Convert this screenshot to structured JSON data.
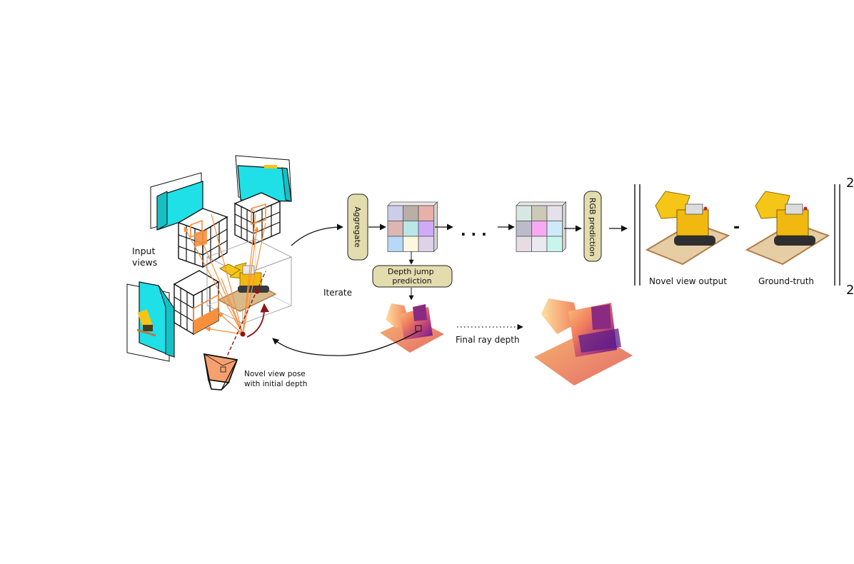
{
  "labels": {
    "input_views": [
      "Input",
      "views"
    ],
    "iterate": "Iterate",
    "novel_view_pose": [
      "Novel view pose",
      "with initial depth"
    ],
    "aggregate": "Aggregate",
    "depth_jump": [
      "Depth jump",
      "prediction"
    ],
    "ellipsis": ". . .",
    "rgb_prediction": "RGB prediction",
    "final_ray_depth": "Final ray depth",
    "novel_view_output": "Novel view output",
    "ground_truth": "Ground-truth",
    "minus": "-",
    "exponent": "2",
    "subscript": "2"
  },
  "colors": {
    "plane_cyan": "#1ee0e6",
    "orange": "#f7903c",
    "box_fill": "#e3dcae",
    "dark_red": "#8b1515",
    "grid_a": [
      "#cbcde9",
      "#b9afa8",
      "#e7b1a9",
      "#dbb6b2",
      "#b9e6e6",
      "#cfaaf6",
      "#b7d8f6",
      "#fdf7e0",
      "#ded2ea"
    ],
    "grid_b": [
      "#d9e7e2",
      "#cbcab8",
      "#e5e0ea",
      "#babdc9",
      "#f7a9f1",
      "#cdeafa",
      "#e7dce3",
      "#e9e9ef",
      "#c8f6ef"
    ]
  }
}
